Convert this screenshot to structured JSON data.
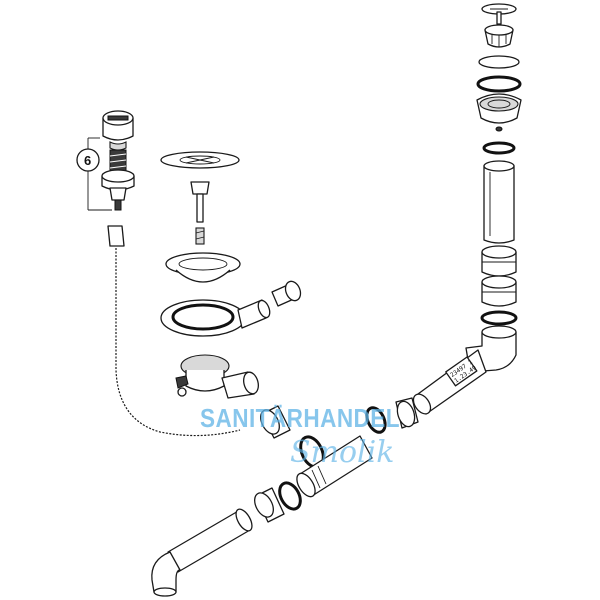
{
  "callout": {
    "number": "6"
  },
  "pipe_label": {
    "line1": "23497 1",
    "line2": "1.23.49"
  },
  "watermark": {
    "brand": "SANITÄRHANDEL",
    "script": "Smolik"
  },
  "colors": {
    "line": "#1a1a1a",
    "watermark": "#5fb3e6",
    "background": "#ffffff"
  }
}
